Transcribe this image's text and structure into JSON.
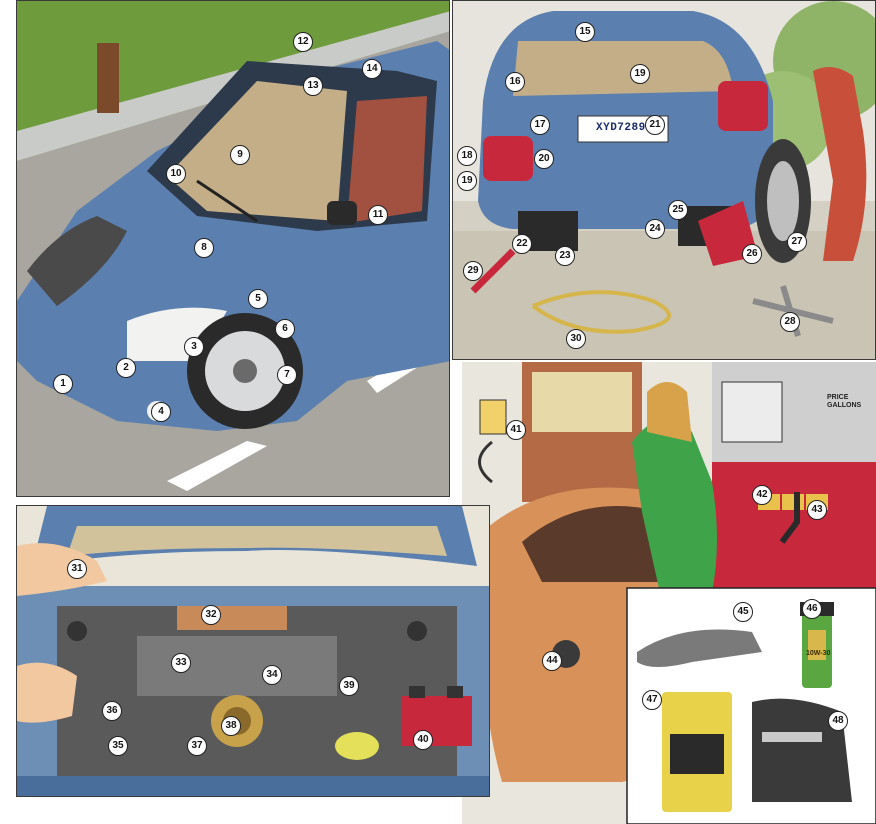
{
  "license_plate": "XYD7289",
  "pump_display": {
    "line1": "PRICE",
    "line2": "GALLONS"
  },
  "oil_bottle_label": "10W-30",
  "colors": {
    "car_blue": "#5b7fae",
    "car_orange": "#d9915a",
    "pump_red": "#c8283c",
    "jacket_green": "#3fa34a",
    "road": "#9c9a93",
    "grass": "#6e9b3c"
  },
  "callouts": [
    "1",
    "2",
    "3",
    "4",
    "5",
    "6",
    "7",
    "8",
    "9",
    "10",
    "11",
    "12",
    "13",
    "14",
    "15",
    "16",
    "17",
    "18",
    "19",
    "19",
    "20",
    "21",
    "22",
    "23",
    "24",
    "25",
    "26",
    "27",
    "28",
    "29",
    "30",
    "31",
    "32",
    "33",
    "34",
    "35",
    "36",
    "37",
    "38",
    "39",
    "40",
    "41",
    "42",
    "43",
    "44",
    "45",
    "46",
    "47",
    "48"
  ]
}
